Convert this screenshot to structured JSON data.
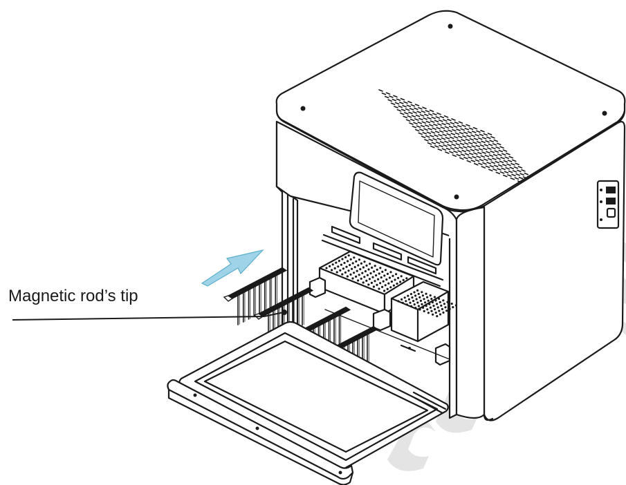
{
  "callout": {
    "label": "Magnetic rod’s tip"
  },
  "colors": {
    "line": "#1a1a1a",
    "arrow_fill": "#9fd3e8",
    "arrow_stroke": "#5aaecd",
    "watermark": "#d9d9d9"
  },
  "icons": {
    "arrow": "insertion-direction-arrow",
    "leader": "callout-leader-line"
  }
}
